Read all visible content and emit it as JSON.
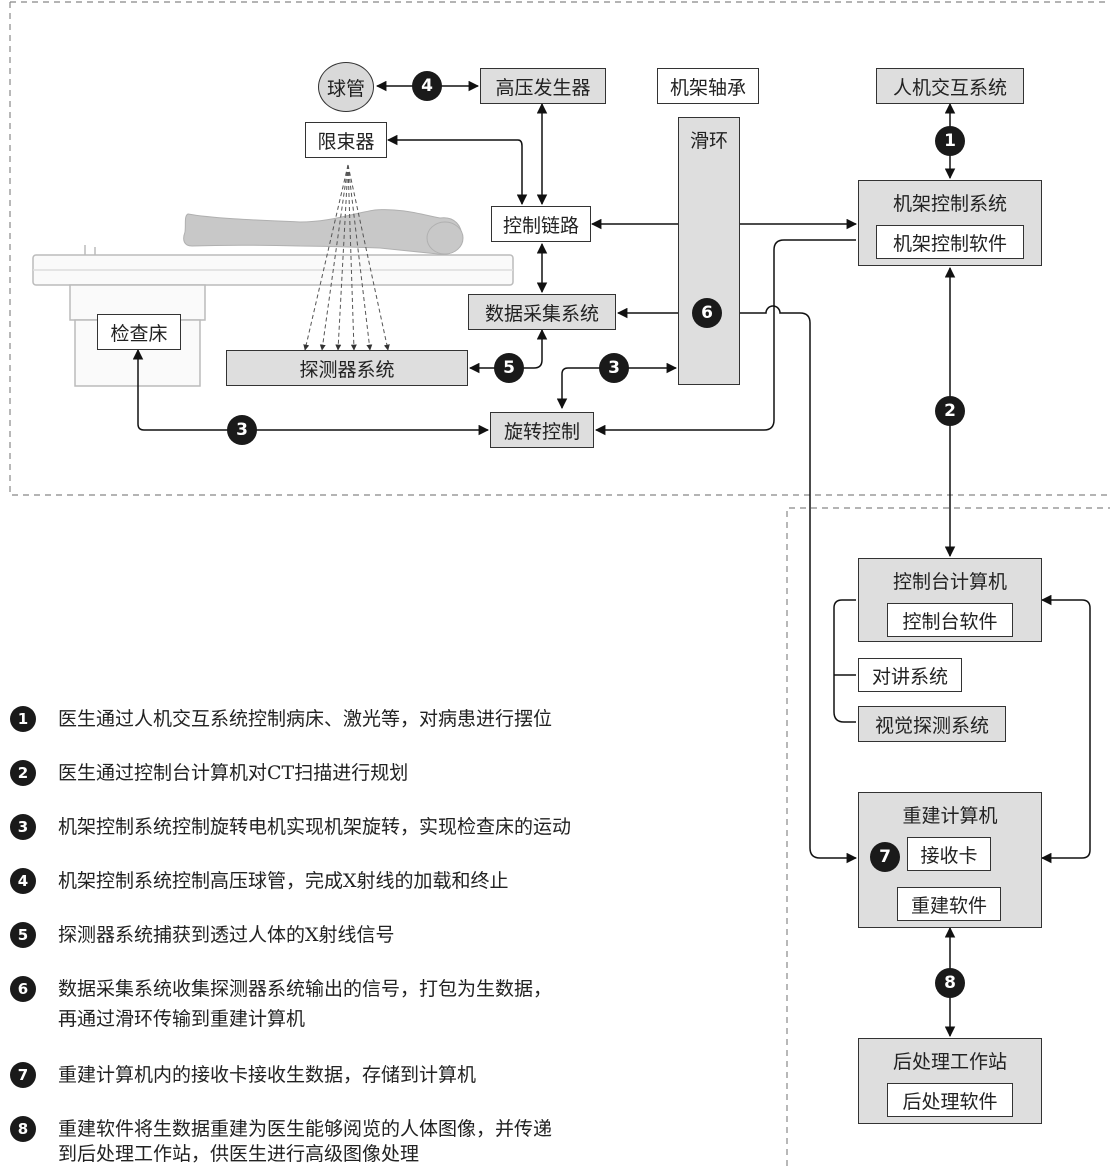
{
  "components": {
    "tube": "球管",
    "hv_generator": "高压发生器",
    "gantry_bearing": "机架轴承",
    "hmi": "人机交互系统",
    "collimator": "限束器",
    "slip_ring": "滑环",
    "control_link": "控制链路",
    "gantry_control": "机架控制系统",
    "gantry_software": "机架控制软件",
    "das": "数据采集系统",
    "exam_bed": "检查床",
    "detector": "探测器系统",
    "rotation_control": "旋转控制",
    "console_computer": "控制台计算机",
    "console_software": "控制台软件",
    "intercom": "对讲系统",
    "vision": "视觉探测系统",
    "recon_computer": "重建计算机",
    "receive_card": "接收卡",
    "recon_software": "重建软件",
    "post_station": "后处理工作站",
    "post_software": "后处理软件"
  },
  "badges": {
    "b1": "1",
    "b2": "2",
    "b3a": "3",
    "b3b": "3",
    "b4": "4",
    "b5": "5",
    "b6": "6",
    "b7": "7",
    "b8": "8"
  },
  "legend": [
    {
      "num": "1",
      "text": "医生通过人机交互系统控制病床、激光等，对病患进行摆位"
    },
    {
      "num": "2",
      "text": "医生通过控制台计算机对CT扫描进行规划"
    },
    {
      "num": "3",
      "text": "机架控制系统控制旋转电机实现机架旋转，实现检查床的运动"
    },
    {
      "num": "4",
      "text": "机架控制系统控制高压球管，完成X射线的加载和终止"
    },
    {
      "num": "5",
      "text": "探测器系统捕获到透过人体的X射线信号"
    },
    {
      "num": "6",
      "text": "数据采集系统收集探测器系统输出的信号，打包为生数据，",
      "text2": "再通过滑环传输到重建计算机"
    },
    {
      "num": "7",
      "text": "重建计算机内的接收卡接收生数据，存储到计算机"
    },
    {
      "num": "8",
      "text": "重建软件将生数据重建为医生能够阅览的人体图像，并传递",
      "text2": "到后处理工作站，供医生进行高级图像处理"
    }
  ]
}
